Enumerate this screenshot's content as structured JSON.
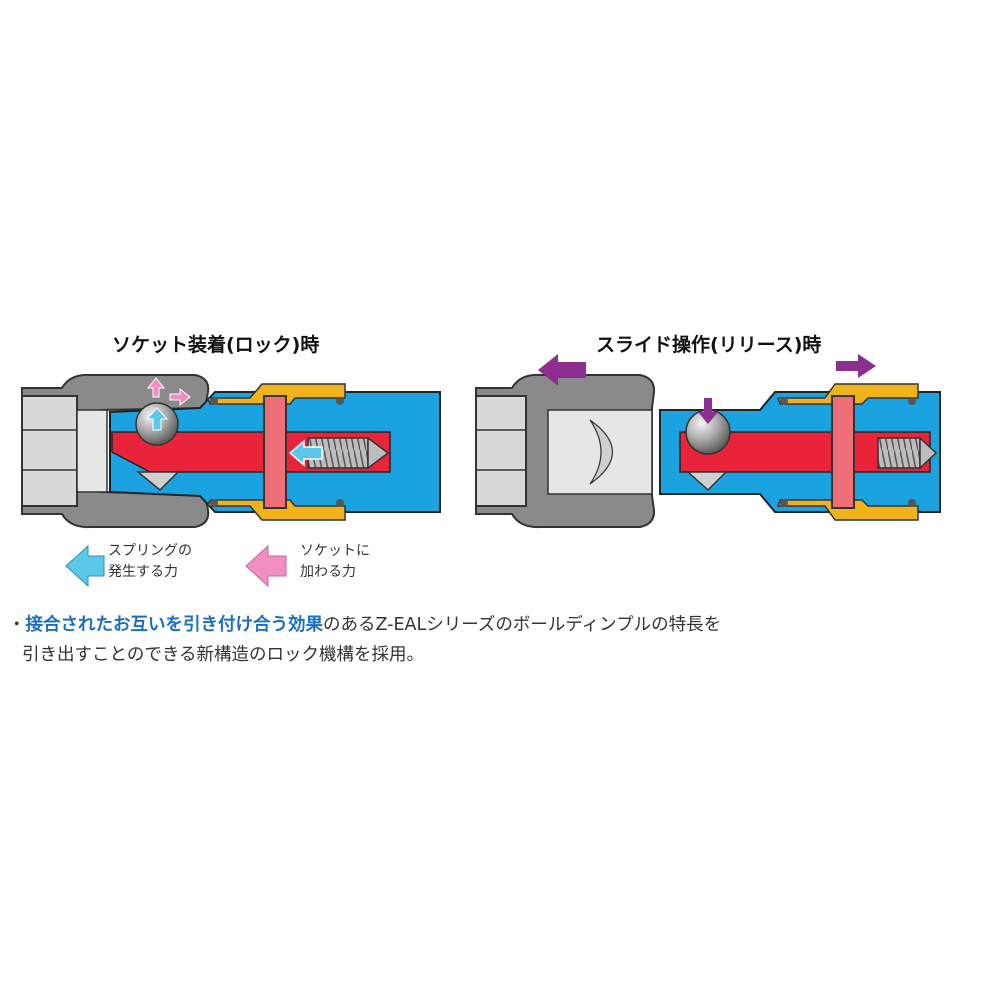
{
  "left_panel": {
    "title": "ソケット装着(ロック)時"
  },
  "right_panel": {
    "title": "スライド操作(リリース)時"
  },
  "legend": {
    "spring": {
      "line1": "スプリングの",
      "line2": "発生する力",
      "color": "#5bc8ea"
    },
    "socket": {
      "line1": "ソケットに",
      "line2": "加わる力",
      "color": "#f08ec0"
    }
  },
  "caption": {
    "bullet": "・",
    "highlight": "接合されたお互いを引き付け合う効果",
    "rest_line1": "のあるZ-EALシリーズのボールディンプルの特長を",
    "line2": "引き出すことのできる新構造のロック機構を採用。"
  },
  "colors": {
    "body_blue": "#1aa3e0",
    "shaft_red": "#e8233a",
    "pin_pink": "#ef6f77",
    "socket_gray": "#8a8a8a",
    "sleeve_gold": "#f1b31c",
    "release_arrow_purple": "#8d2f91",
    "caption_highlight": "#1a6fc4"
  }
}
